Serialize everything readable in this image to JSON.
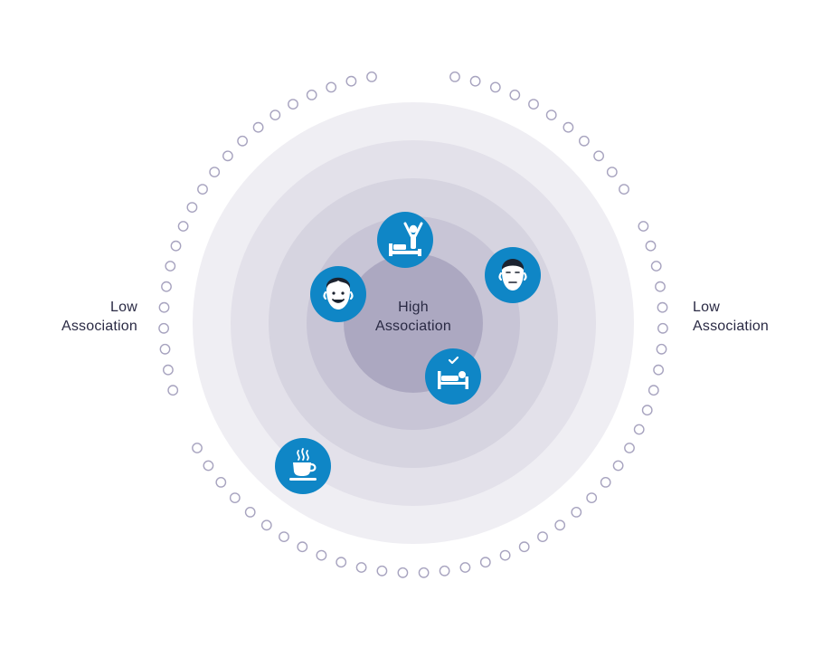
{
  "labels": {
    "center_line1": "High",
    "center_line2": "Association",
    "left_line1": "Low",
    "left_line2": "Association",
    "right_line1": "Low",
    "right_line2": "Association"
  },
  "rings": {
    "count": 5,
    "colors": [
      "#efeef3",
      "#e3e1ea",
      "#d6d4e0",
      "#c8c5d6",
      "#aca8c1"
    ]
  },
  "nodes": [
    {
      "name": "waking-up-node",
      "icon": "person-waking-up-icon"
    },
    {
      "name": "smiling-face-node",
      "icon": "smiling-face-icon"
    },
    {
      "name": "neutral-face-node",
      "icon": "neutral-face-icon"
    },
    {
      "name": "sleeping-node",
      "icon": "person-in-bed-icon"
    },
    {
      "name": "coffee-node",
      "icon": "coffee-cup-icon"
    }
  ],
  "colors": {
    "node_fill": "#0f86c6",
    "dot_stroke": "#a7a3bf",
    "text": "#2a2a44"
  }
}
